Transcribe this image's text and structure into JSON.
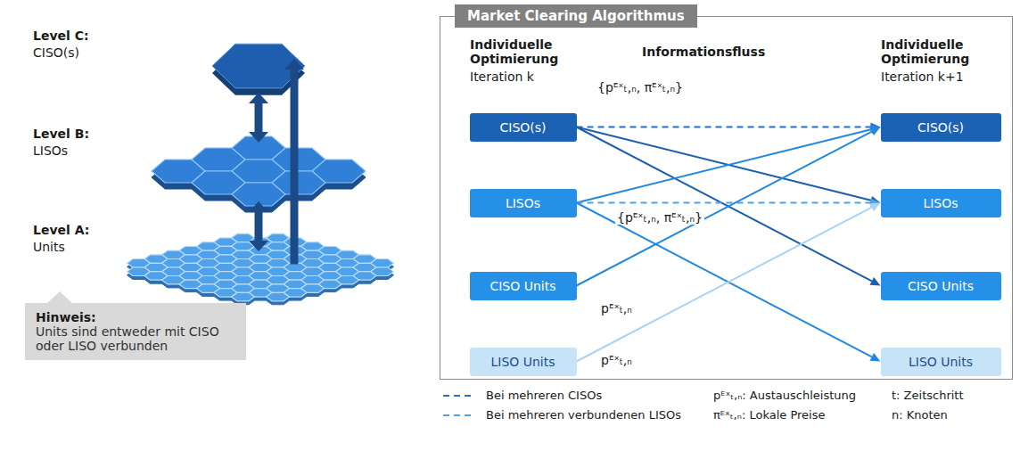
{
  "diagram": {
    "nodes": [
      {
        "text": [
          "Hinweis:",
          "Units sind entweder mit CISO oder LISO verbunden"
        ]
      },
      {
        "text": [
          "Market Clearing Algorithmus"
        ]
      },
      {
        "text": [
          "CISO(s)"
        ],
        "in": 1
      },
      {
        "text": [
          "LISOs"
        ],
        "in": 1
      },
      {
        "text": [
          "CISO Units"
        ],
        "in": 1
      },
      {
        "text": [
          "LISO Units"
        ],
        "in": 1
      },
      {
        "text": [
          "CISO(s)"
        ],
        "in": 1
      },
      {
        "text": [
          "LISOs"
        ],
        "in": 1
      },
      {
        "text": [
          "CISO Units"
        ],
        "in": 1
      },
      {
        "text": [
          "LISO Units"
        ],
        "in": 1
      }
    ],
    "edges": [
      {
        "from": 2,
        "to": 6,
        "arrow": "to",
        "label": "{pᴱˣₜ,ₙ, πᴱˣₜ,ₙ}"
      },
      {
        "from": 2,
        "to": 7,
        "arrow": "to"
      },
      {
        "from": 2,
        "to": 8,
        "arrow": "to"
      },
      {
        "from": 3,
        "to": 6,
        "arrow": "to"
      },
      {
        "from": 3,
        "to": 7,
        "arrow": "to",
        "label": "{pᴱˣₜ,ₙ, πᴱˣₜ,ₙ}"
      },
      {
        "from": 3,
        "to": 9,
        "arrow": "to"
      },
      {
        "from": 4,
        "to": 6,
        "arrow": "to",
        "label": "pᴱˣₜ,ₙ"
      },
      {
        "from": 5,
        "to": 7,
        "arrow": "to",
        "label": "pᴱˣₜ,ₙ"
      }
    ],
    "labels": [
      "Level C:",
      "CISO(s)",
      "Level B:",
      "LISOs",
      "Level A:",
      "Units",
      "Individuelle Optimierung",
      "Iteration k",
      "Informationsfluss",
      "Individuelle Optimierung",
      "Iteration k+1",
      "pᴱˣₜ,ₙ: Austauschleistung",
      "t: Zeitschritt",
      "πᴱˣₜ,ₙ: Lokale Preise",
      "n: Knoten"
    ],
    "legend": [
      {
        "text": "Bei mehreren CISOs"
      },
      {
        "text": "Bei mehreren verbundenen LISOs"
      }
    ]
  }
}
